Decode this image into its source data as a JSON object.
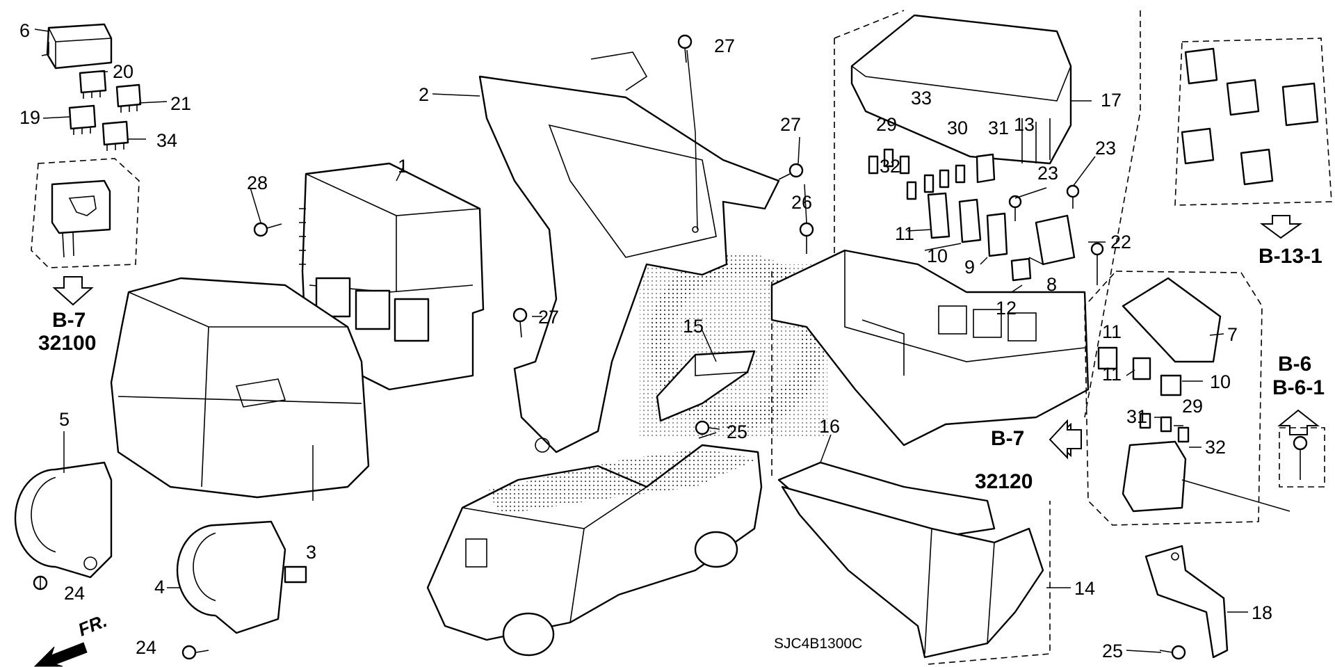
{
  "callouts": {
    "c1": "1",
    "c2": "2",
    "c3": "3",
    "c4": "4",
    "c5": "5",
    "c6": "6",
    "c7": "7",
    "c8": "8",
    "c9": "9",
    "c10a": "10",
    "c10b": "10",
    "c11a": "11",
    "c11b": "11",
    "c11c": "11",
    "c12": "12",
    "c13": "13",
    "c14": "14",
    "c15": "15",
    "c16": "16",
    "c17": "17",
    "c18": "18",
    "c19": "19",
    "c20": "20",
    "c21": "21",
    "c22": "22",
    "c23a": "23",
    "c23b": "23",
    "c24a": "24",
    "c24b": "24",
    "c25a": "25",
    "c25b": "25",
    "c26": "26",
    "c27a": "27",
    "c27b": "27",
    "c27c": "27",
    "c28": "28",
    "c29a": "29",
    "c29b": "29",
    "c30": "30",
    "c31a": "31",
    "c31b": "31",
    "c32a": "32",
    "c32b": "32",
    "c33": "33",
    "c34": "34"
  },
  "references": {
    "b7_left_line1": "B-7",
    "b7_left_line2": "32100",
    "b13": "B-13-1",
    "b6": "B-6",
    "b61": "B-6-1",
    "b7_right_line1": "B-7",
    "b7_right_line2": "32120"
  },
  "direction_label": "FR.",
  "diagram_code": "SJC4B1300C"
}
